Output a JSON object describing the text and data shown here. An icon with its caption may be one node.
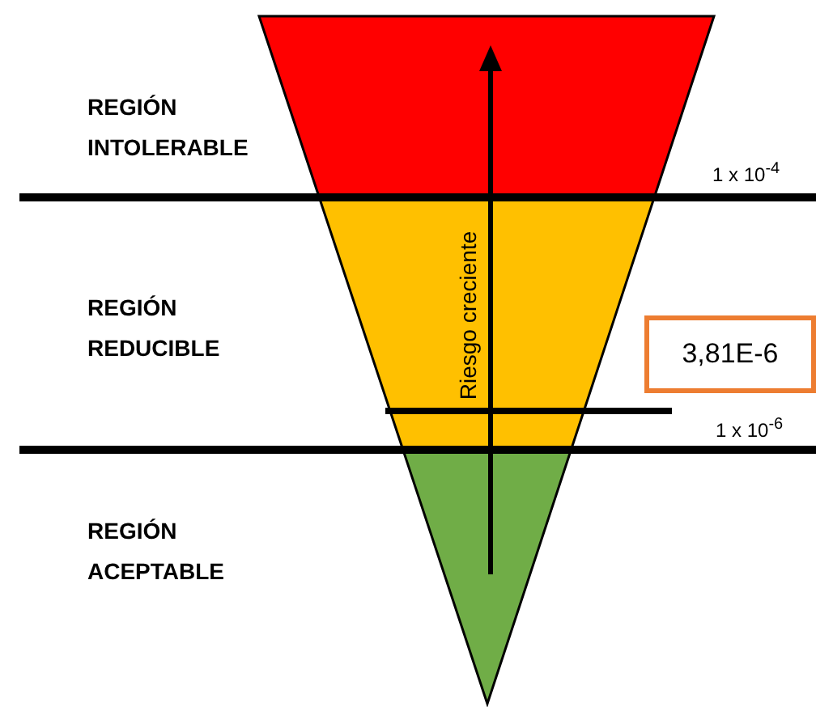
{
  "diagram": {
    "nodes": [
      {
        "text": [
          "3,81E-6"
        ]
      }
    ],
    "labels": [
      "REGIÓN INTOLERABLE",
      "1 x 10$^{-4}$",
      "REGIÓN REDUCIBLE",
      "Riesgo creciente",
      "1 x 10$^{-6}$",
      "REGIÓN ACEPTABLE"
    ]
  }
}
